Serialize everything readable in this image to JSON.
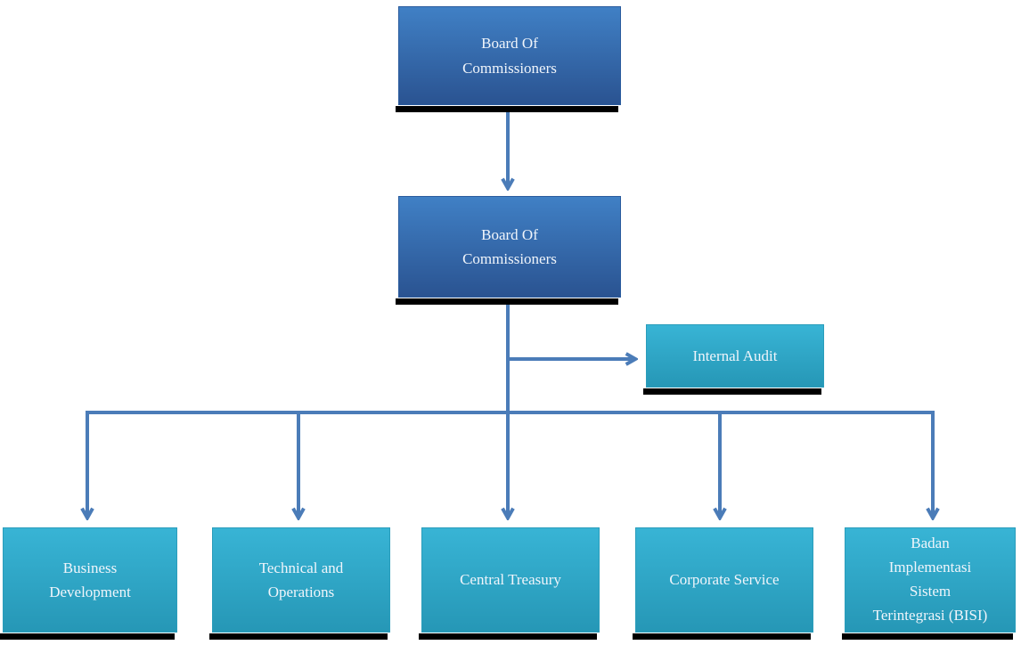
{
  "diagram": {
    "type": "org-chart",
    "colors": {
      "box_blue_top": "#4080c5",
      "box_blue_bottom": "#2a5391",
      "box_blue_border": "#2b5c9e",
      "box_teal_top": "#38b4d5",
      "box_teal_bottom": "#2697b6",
      "box_teal_border": "#2a9dbb",
      "connector": "#4b7cb8",
      "shadow": "#000000",
      "text": "#f0f5fb"
    },
    "nodes": {
      "board_top": {
        "label": "Board Of Commissioners",
        "lines": [
          "Board Of",
          "Commissioners"
        ],
        "style": "blue"
      },
      "board_mid": {
        "label": "Board Of Commissioners",
        "lines": [
          "Board Of",
          "Commissioners"
        ],
        "style": "blue"
      },
      "internal_audit": {
        "label": "Internal Audit",
        "lines": [
          "Internal Audit"
        ],
        "style": "teal"
      },
      "business_development": {
        "label": "Business Development",
        "lines": [
          "Business",
          "Development"
        ],
        "style": "teal"
      },
      "technical_operations": {
        "label": "Technical and Operations",
        "lines": [
          "Technical and",
          "Operations"
        ],
        "style": "teal"
      },
      "central_treasury": {
        "label": "Central Treasury",
        "lines": [
          "Central Treasury"
        ],
        "style": "teal"
      },
      "corporate_service": {
        "label": "Corporate Service",
        "lines": [
          "Corporate Service"
        ],
        "style": "teal"
      },
      "bisi": {
        "label": "Badan Implementasi Sistem Terintegrasi (BISI)",
        "lines": [
          "Badan",
          "Implementasi",
          "Sistem",
          "Terintegrasi (BISI)"
        ],
        "style": "teal"
      }
    },
    "edges": [
      {
        "from": "board_top",
        "to": "board_mid"
      },
      {
        "from": "board_mid",
        "to": "internal_audit"
      },
      {
        "from": "board_mid",
        "to": "business_development"
      },
      {
        "from": "board_mid",
        "to": "technical_operations"
      },
      {
        "from": "board_mid",
        "to": "central_treasury"
      },
      {
        "from": "board_mid",
        "to": "corporate_service"
      },
      {
        "from": "board_mid",
        "to": "bisi"
      }
    ]
  }
}
